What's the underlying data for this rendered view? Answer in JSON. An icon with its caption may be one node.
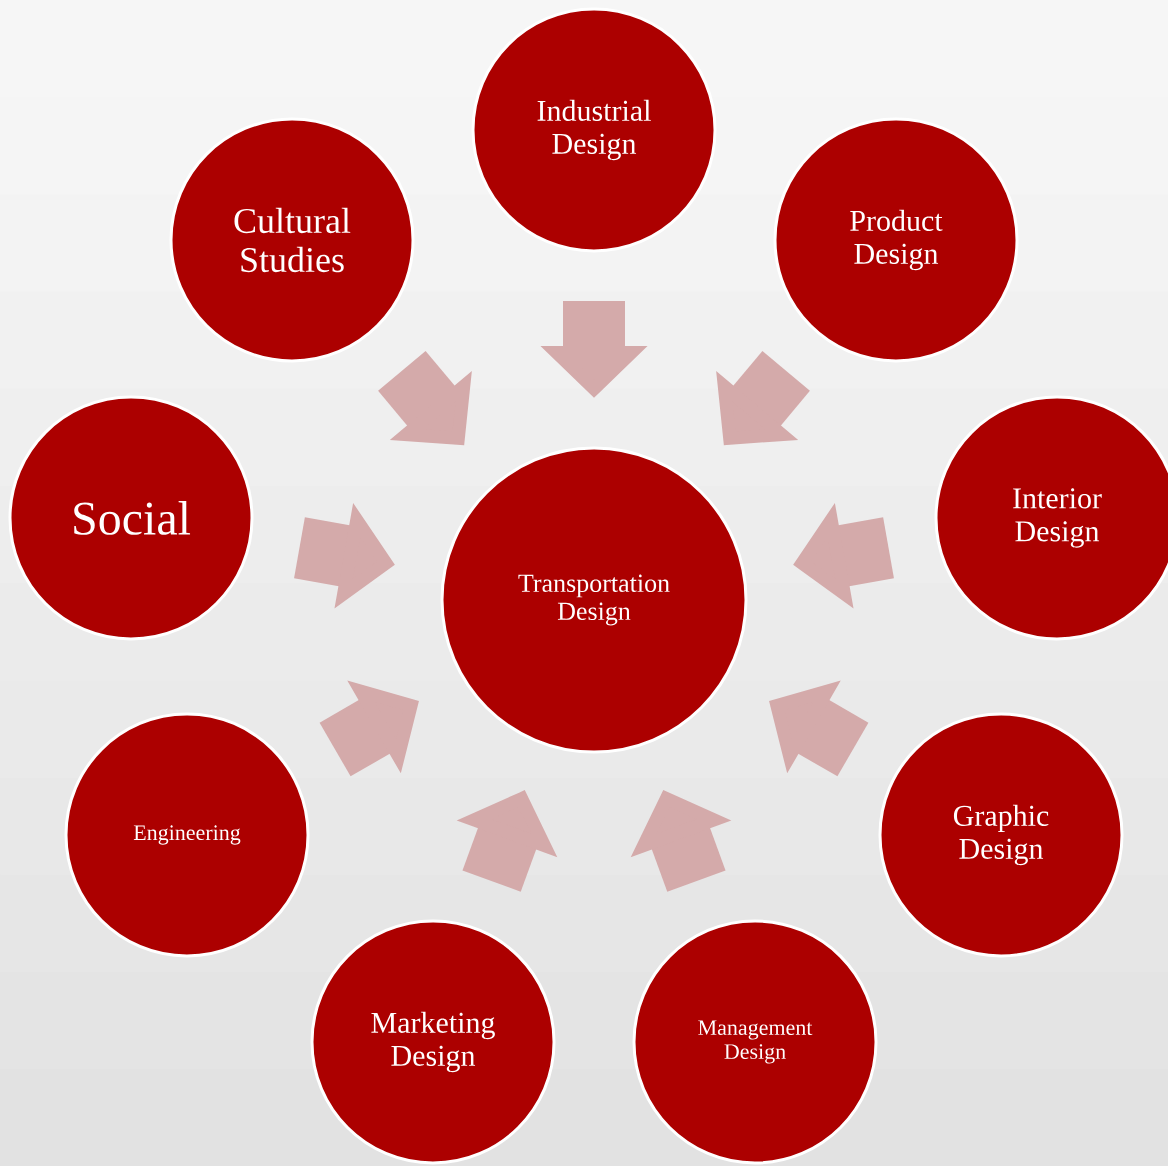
{
  "diagram": {
    "nodes": [
      {
        "text": [
          "Industrial Design"
        ]
      },
      {
        "text": [
          "Cultural Studies"
        ]
      },
      {
        "text": [
          "Product Design"
        ]
      },
      {
        "text": [
          "Social"
        ]
      },
      {
        "text": [
          "Interior Design"
        ]
      },
      {
        "text": [
          "Transportation Design"
        ]
      },
      {
        "text": [
          "Engineering"
        ]
      },
      {
        "text": [
          "Graphic Design"
        ]
      },
      {
        "text": [
          "Marketing Design"
        ]
      },
      {
        "text": [
          "Management Design"
        ]
      }
    ],
    "edges": [
      {
        "from": 0,
        "to": 5,
        "arrow": "to"
      },
      {
        "from": 2,
        "to": 5,
        "arrow": "to"
      },
      {
        "from": 4,
        "to": 5,
        "arrow": "to"
      },
      {
        "from": 7,
        "to": 5,
        "arrow": "to"
      },
      {
        "from": 9,
        "to": 5,
        "arrow": "to"
      },
      {
        "from": 8,
        "to": 5,
        "arrow": "to"
      },
      {
        "from": 6,
        "to": 5,
        "arrow": "to"
      },
      {
        "from": 3,
        "to": 5,
        "arrow": "to"
      },
      {
        "from": 1,
        "to": 5,
        "arrow": "to"
      }
    ]
  }
}
